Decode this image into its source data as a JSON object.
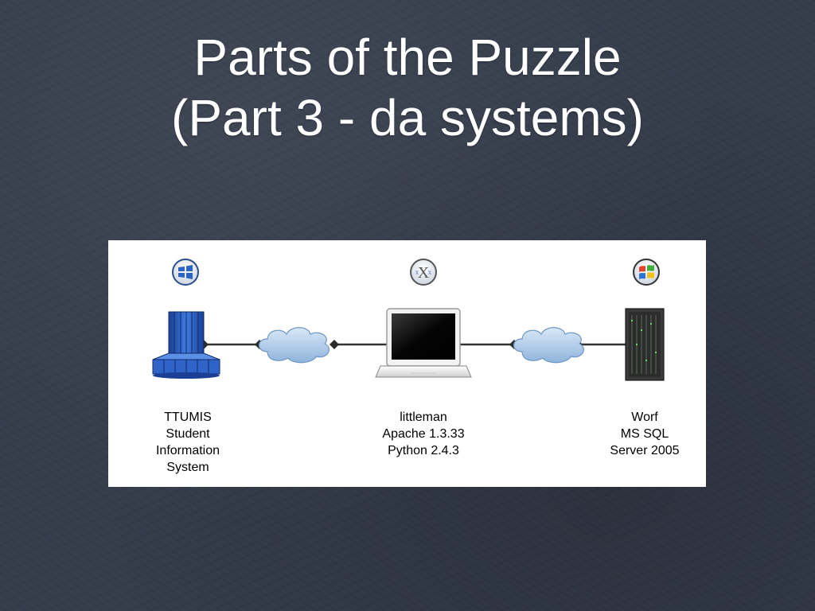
{
  "slide": {
    "title_line1": "Parts of the Puzzle",
    "title_line2": "(Part 3 - da systems)"
  },
  "diagram": {
    "nodes": [
      {
        "id": "ttumis",
        "badge_icon": "windows-logo-icon",
        "device_icon": "mainframe-icon",
        "label_lines": [
          "TTUMIS",
          "Student",
          "Information",
          "System"
        ]
      },
      {
        "id": "littleman",
        "badge_icon": "mac-os-x-logo-icon",
        "device_icon": "laptop-icon",
        "label_lines": [
          "littleman",
          "Apache 1.3.33",
          "Python 2.4.3"
        ]
      },
      {
        "id": "worf",
        "badge_icon": "windows-xp-logo-icon",
        "device_icon": "server-tower-icon",
        "label_lines": [
          "Worf",
          "MS SQL",
          "Server 2005"
        ]
      }
    ],
    "connections": [
      {
        "from": "ttumis",
        "to": "littleman",
        "via": "network-cloud-icon"
      },
      {
        "from": "littleman",
        "to": "worf",
        "via": "network-cloud-icon"
      }
    ],
    "colors": {
      "background": "#ffffff",
      "mainframe": "#2f63c8",
      "cloud": "#b9d3ee",
      "connector": "#333333"
    }
  }
}
